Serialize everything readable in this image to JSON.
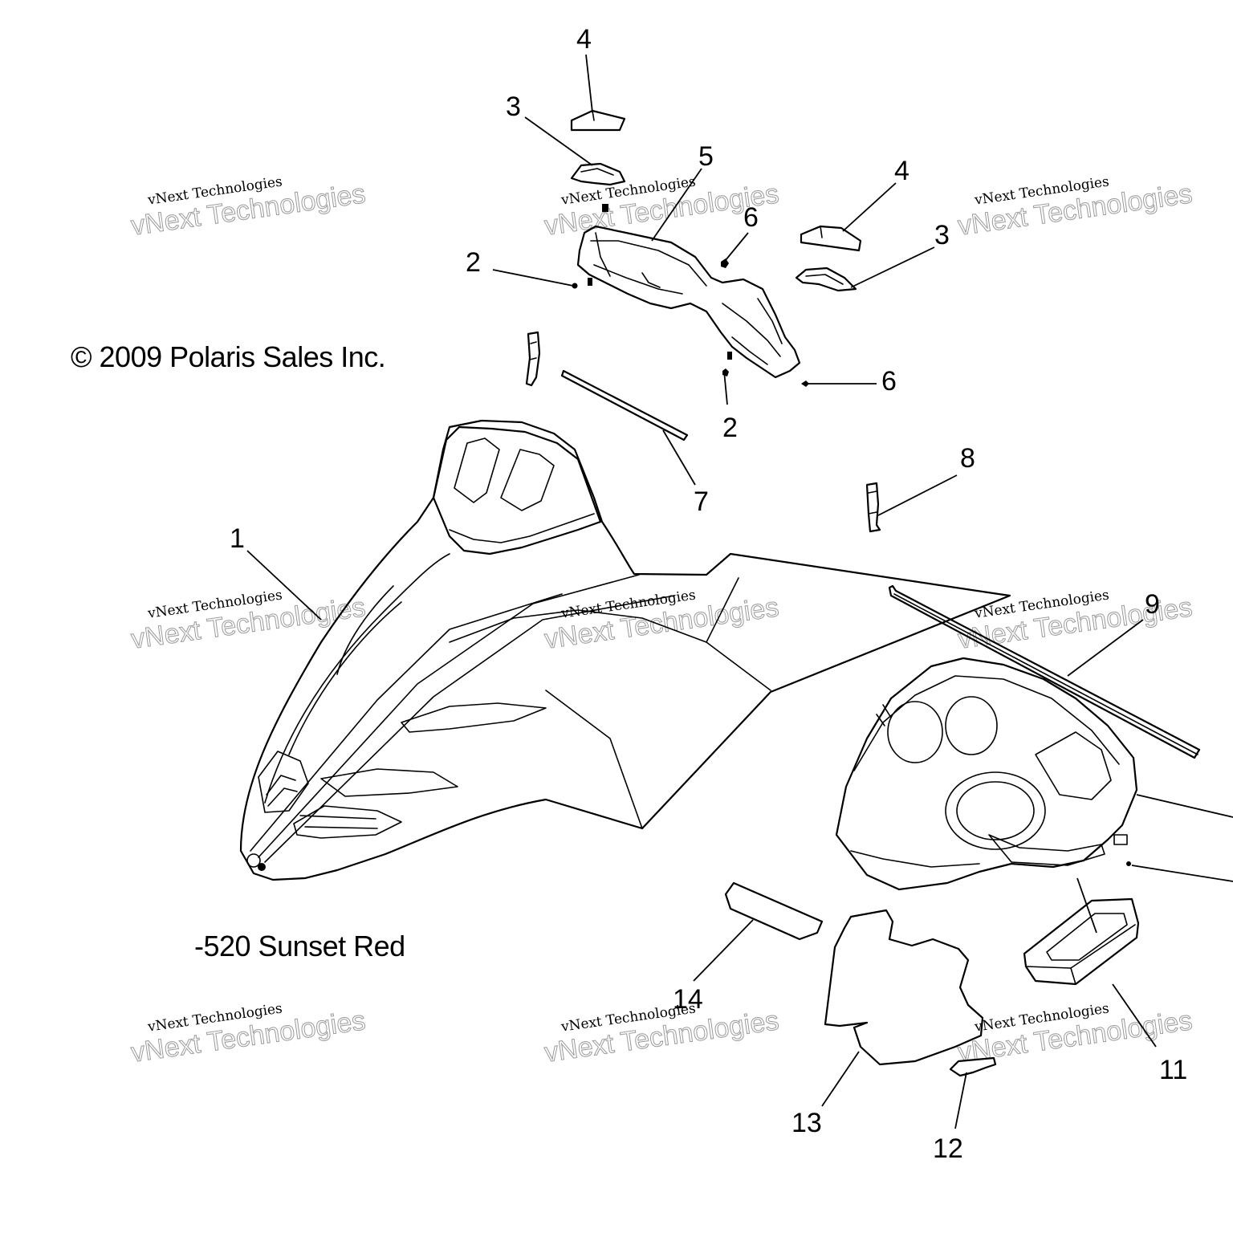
{
  "copyright": "© 2009 Polaris Sales Inc.",
  "color_note": "-520 Sunset Red",
  "watermark": {
    "small": "vNext Technologies",
    "large": "vNext Technologies"
  },
  "callouts": [
    "4",
    "3",
    "5",
    "6",
    "4",
    "3",
    "2",
    "6",
    "2",
    "7",
    "8",
    "1",
    "9",
    "14",
    "13",
    "12",
    "11"
  ]
}
